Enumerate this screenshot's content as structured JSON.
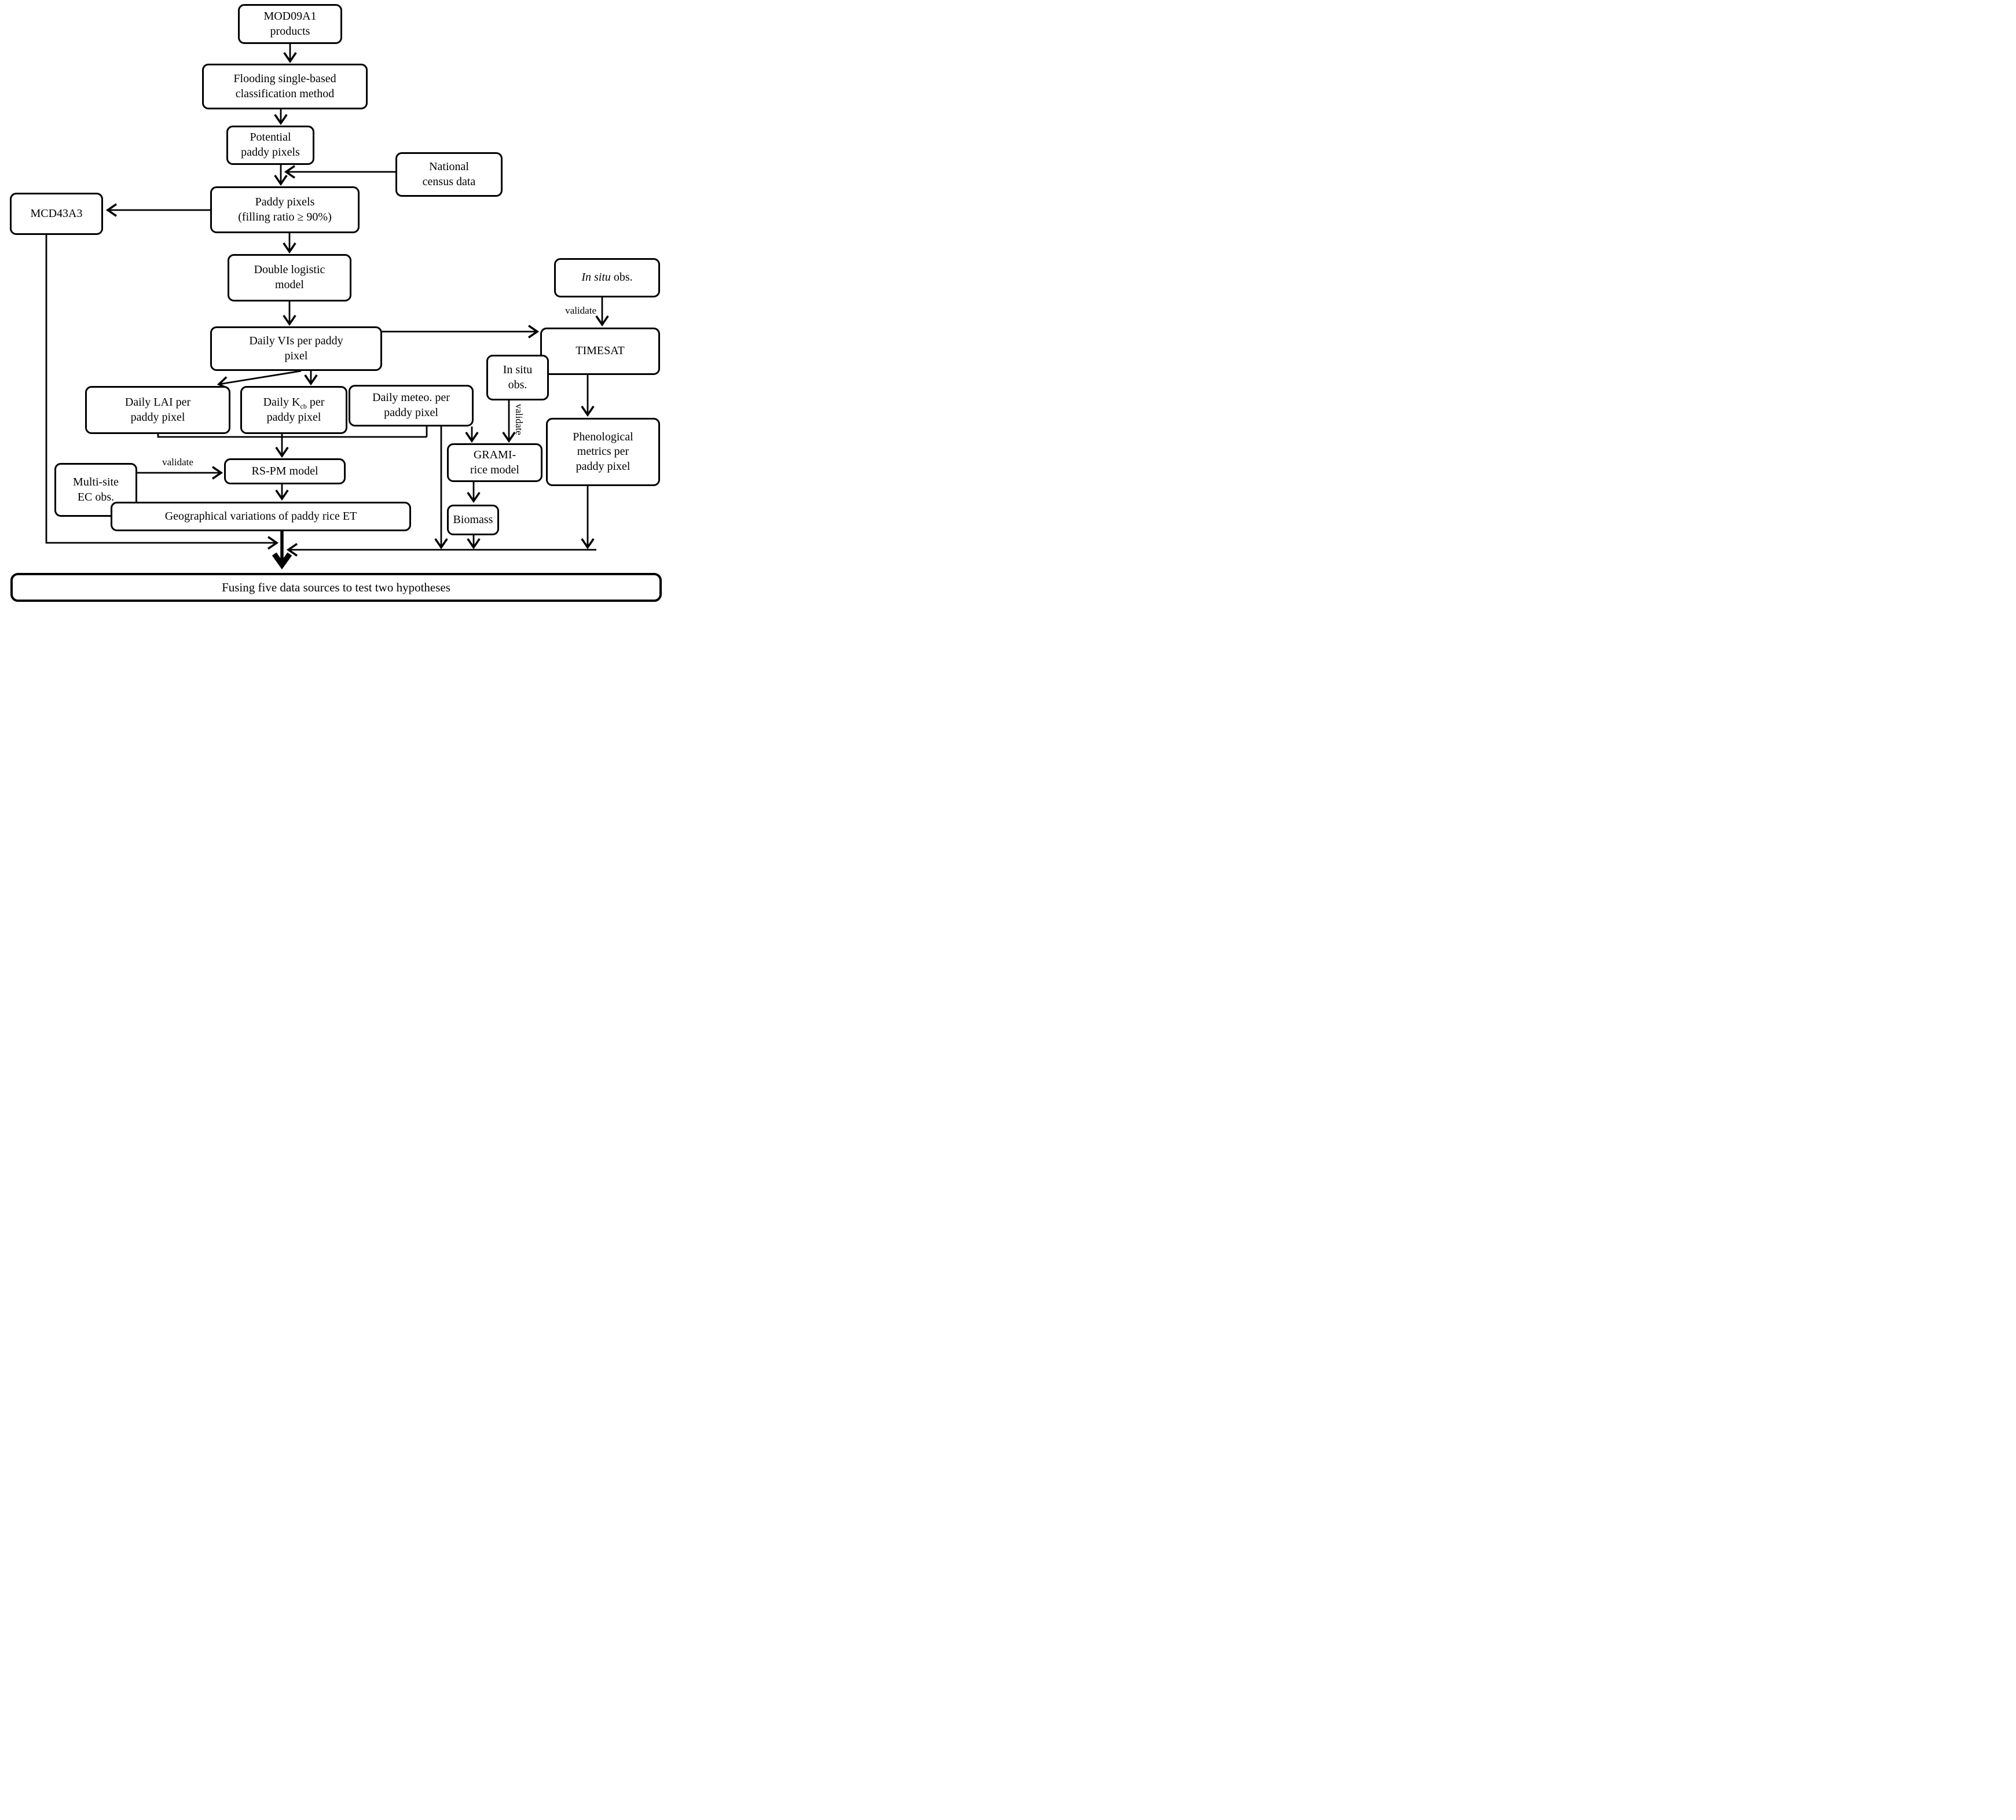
{
  "boxes": {
    "mod09a1": {
      "lines": [
        "MOD09A1",
        "products"
      ]
    },
    "flooding": {
      "lines": [
        "Flooding single-based",
        "classification method"
      ]
    },
    "potential": {
      "lines": [
        "Potential",
        "paddy pixels"
      ]
    },
    "census": {
      "lines": [
        "National",
        "census data"
      ]
    },
    "paddy": {
      "lines": [
        "Paddy pixels",
        "(filling ratio ≥ 90%)"
      ]
    },
    "mcd43a3": {
      "lines": [
        "MCD43A3"
      ]
    },
    "dbl": {
      "lines": [
        "Double logistic",
        "model"
      ]
    },
    "vis": {
      "lines": [
        "Daily VIs per paddy",
        "pixel"
      ]
    },
    "insitu1": {
      "italic": "In situ",
      "rest": " obs."
    },
    "timesat": {
      "lines": [
        "TIMESAT"
      ]
    },
    "lai": {
      "lines": [
        "Daily LAI per",
        "paddy pixel"
      ]
    },
    "kcb": {
      "pre": "Daily K",
      "sub": "cb",
      "post": " per",
      "line2": "paddy pixel"
    },
    "meteo": {
      "lines": [
        "Daily meteo. per",
        "paddy pixel"
      ]
    },
    "insitu2": {
      "lines": [
        "In situ",
        "obs."
      ]
    },
    "grami": {
      "lines": [
        "GRAMI-",
        "rice model"
      ]
    },
    "pheno": {
      "lines": [
        "Phenological",
        "metrics per",
        "paddy pixel"
      ]
    },
    "multisite": {
      "lines": [
        "Multi-site",
        "EC obs."
      ]
    },
    "rspm": {
      "lines": [
        "RS-PM model"
      ]
    },
    "biomass": {
      "lines": [
        "Biomass"
      ]
    },
    "geo": {
      "lines": [
        "Geographical variations of paddy rice ET"
      ]
    },
    "fusing": {
      "lines": [
        "Fusing five data sources to test two hypotheses"
      ]
    }
  },
  "labels": {
    "validate_timesat": "validate",
    "validate_grami": "validate",
    "validate_rspm": "validate"
  },
  "colors": {
    "ink": "#000000",
    "background": "#ffffff"
  }
}
